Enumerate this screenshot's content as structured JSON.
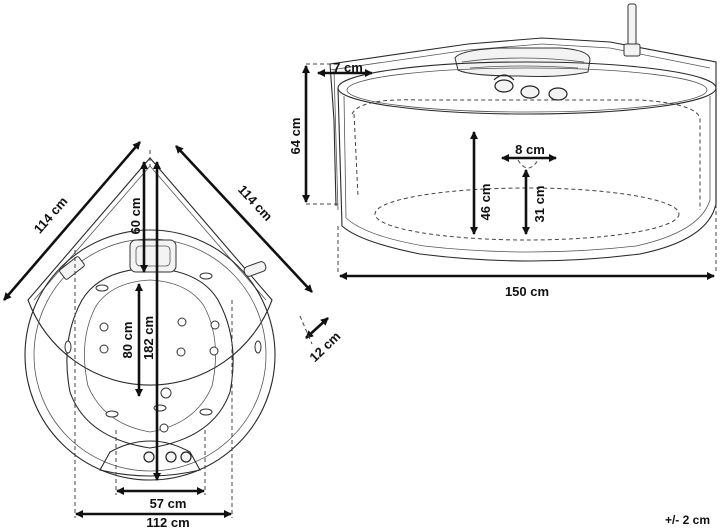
{
  "top_view": {
    "edge_left": "114 cm",
    "edge_right": "114 cm",
    "depth_corner": "60 cm",
    "seat_length": "80 cm",
    "total_depth": "182 cm",
    "rim_width": "12 cm",
    "front_width": "57 cm",
    "overall_width": "112 cm"
  },
  "side_view": {
    "rim_thickness": "7 cm",
    "height": "64 cm",
    "inner_depth": "46 cm",
    "jet_spacing": "8 cm",
    "jet_height": "31 cm",
    "width": "150 cm"
  },
  "tolerance": "+/- 2 cm"
}
